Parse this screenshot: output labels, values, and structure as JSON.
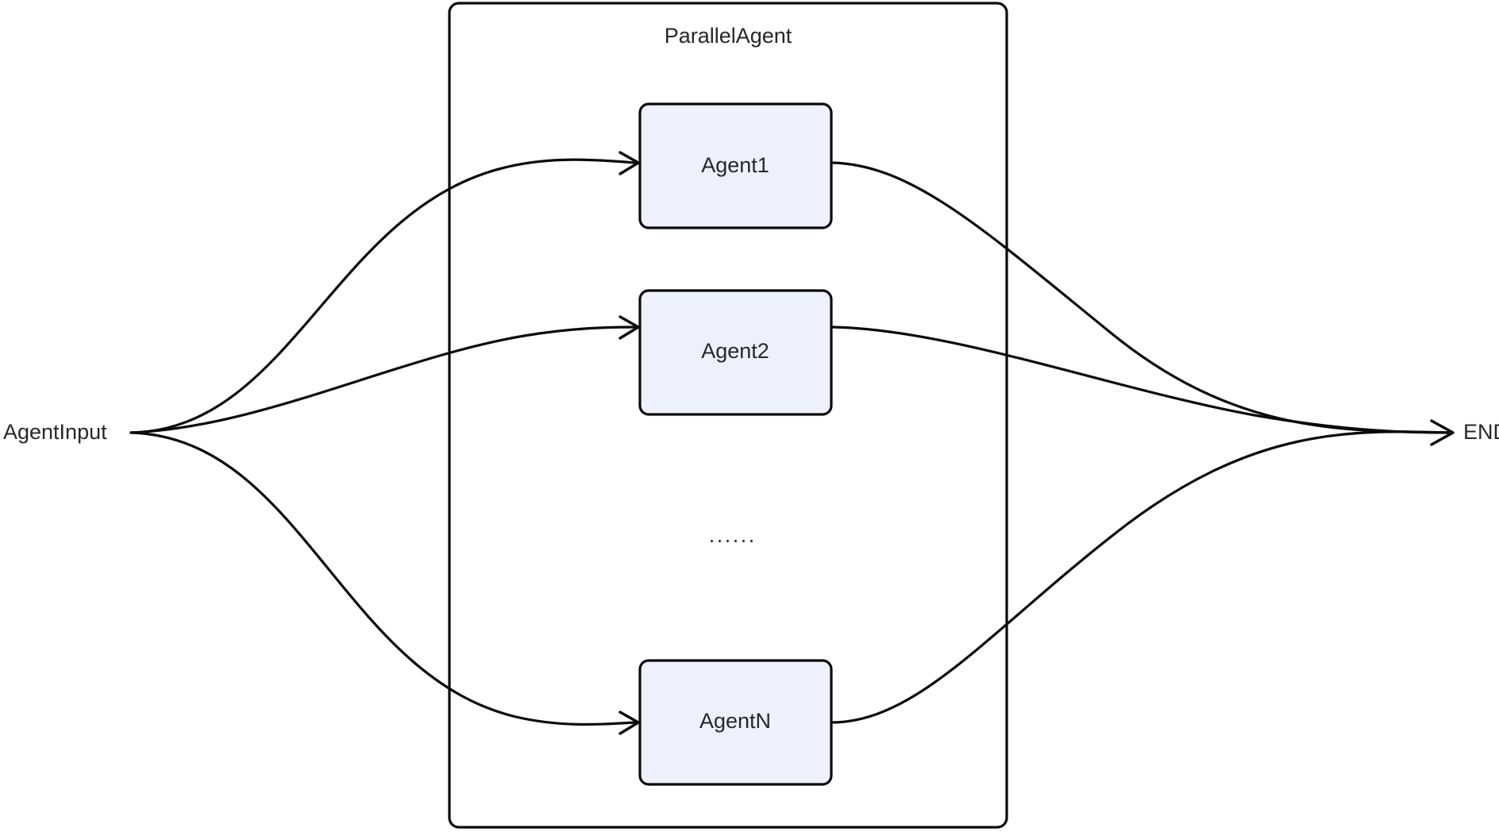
{
  "diagram": {
    "type": "flow-diagram",
    "title": "ParallelAgent",
    "background_color": "#ffffff",
    "stroke_color": "#0a0a0a",
    "node_fill_color": "#edf1fb",
    "text_color": "#26272b",
    "start_node": {
      "id": "agent-input",
      "label": "AgentInput",
      "shape": "text-only"
    },
    "end_node": {
      "id": "end",
      "label": "END",
      "shape": "text-only"
    },
    "group": {
      "id": "parallel-agent",
      "label": "ParallelAgent",
      "shape": "rounded-rect"
    },
    "ellipsis": {
      "id": "agent-ellipsis",
      "label": "······"
    },
    "agents": [
      {
        "id": "agent-1",
        "label": "Agent1"
      },
      {
        "id": "agent-2",
        "label": "Agent2"
      },
      {
        "id": "agent-n",
        "label": "AgentN"
      }
    ],
    "edges": [
      {
        "id": "edge-input-agent1",
        "from": "AgentInput",
        "to": "Agent1",
        "arrow": true
      },
      {
        "id": "edge-input-agent2",
        "from": "AgentInput",
        "to": "Agent2",
        "arrow": true
      },
      {
        "id": "edge-input-agentn",
        "from": "AgentInput",
        "to": "AgentN",
        "arrow": true
      },
      {
        "id": "edge-agent1-end",
        "from": "Agent1",
        "to": "END",
        "arrow": true
      },
      {
        "id": "edge-agent2-end",
        "from": "Agent2",
        "to": "END",
        "arrow": true
      },
      {
        "id": "edge-agentn-end",
        "from": "AgentN",
        "to": "END",
        "arrow": true
      }
    ]
  }
}
